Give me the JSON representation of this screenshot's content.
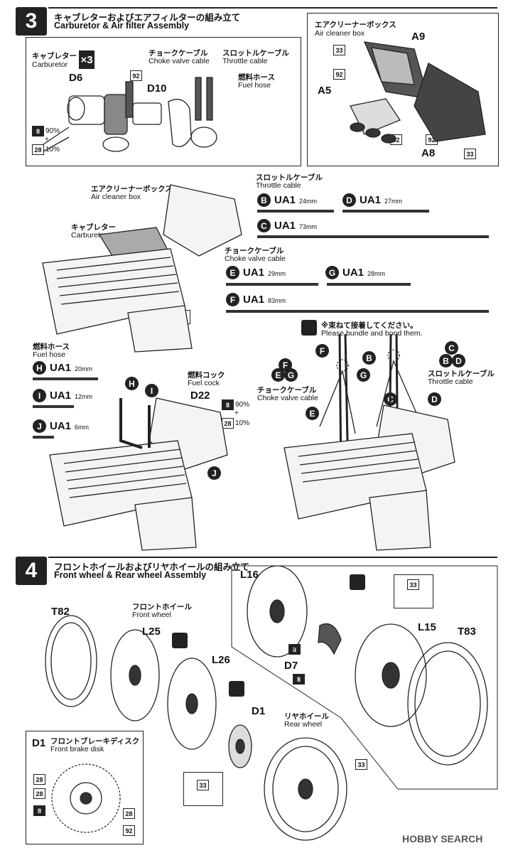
{
  "step3": {
    "number": "3",
    "title_jp": "キャブレターおよびエアフィルターの組み立て",
    "title_en": "Carburetor & Air filter Assembly",
    "carb_box": {
      "label_jp": "キャブレター",
      "label_en": "Carburetor",
      "multiplier": "×3",
      "parts": [
        "D6",
        "D10"
      ],
      "choke_jp": "チョークケーブル",
      "choke_en": "Choke valve cable",
      "throttle_jp": "スロットルケーブル",
      "throttle_en": "Throttle cable",
      "fuel_jp": "燃料ホース",
      "fuel_en": "Fuel hose",
      "paint_code_92": "92",
      "mix_a_code": "8",
      "mix_a_pct": "90%",
      "mix_plus": "+",
      "mix_b_code": "28",
      "mix_b_pct": "10%"
    },
    "air_box": {
      "label_jp": "エアクリーナーボックス",
      "label_en": "Air cleaner box",
      "parts": [
        "A9",
        "A5",
        "A8"
      ],
      "codes": [
        "33",
        "92",
        "92",
        "92",
        "33"
      ]
    },
    "assembly": {
      "air_jp": "エアクリーナーボックス",
      "air_en": "Air cleaner box",
      "carb_jp": "キャブレター",
      "carb_en": "Carburetor",
      "ref_step": "2"
    },
    "throttle_cable": {
      "label_jp": "スロットルケーブル",
      "label_en": "Throttle cable",
      "items": [
        {
          "letter": "B",
          "part": "UA1",
          "length": "24mm"
        },
        {
          "letter": "D",
          "part": "UA1",
          "length": "27mm"
        },
        {
          "letter": "C",
          "part": "UA1",
          "length": "73mm"
        }
      ]
    },
    "choke_cable": {
      "label_jp": "チョークケーブル",
      "label_en": "Choke valve cable",
      "items": [
        {
          "letter": "E",
          "part": "UA1",
          "length": "29mm"
        },
        {
          "letter": "G",
          "part": "UA1",
          "length": "28mm"
        },
        {
          "letter": "F",
          "part": "UA1",
          "length": "83mm"
        }
      ]
    },
    "fuel_hose": {
      "label_jp": "燃料ホース",
      "label_en": "Fuel hose",
      "items": [
        {
          "letter": "H",
          "part": "UA1",
          "length": "20mm"
        },
        {
          "letter": "I",
          "part": "UA1",
          "length": "12mm"
        },
        {
          "letter": "J",
          "part": "UA1",
          "length": "6mm"
        }
      ]
    },
    "fuel_cock": {
      "label_jp": "燃料コック",
      "label_en": "Fuel cock",
      "part": "D22",
      "mix_a_code": "8",
      "mix_a_pct": "90%",
      "mix_plus": "+",
      "mix_b_code": "28",
      "mix_b_pct": "10%"
    },
    "bundle_note": {
      "jp": "※束ねて接着してください。",
      "en": "Please bundle and bond them."
    },
    "right_labels": {
      "throttle_jp": "スロットルケーブル",
      "throttle_en": "Throttle cable",
      "choke_jp": "チョークケーブル",
      "choke_en": "Choke valve cable"
    }
  },
  "step4": {
    "number": "4",
    "title_jp": "フロントホイールおよびリヤホイールの組み立て",
    "title_en": "Front wheel & Rear wheel Assembly",
    "front_jp": "フロントホイール",
    "front_en": "Front wheel",
    "rear_jp": "リヤホイール",
    "rear_en": "Rear wheel",
    "parts": [
      "T82",
      "L25",
      "L26",
      "D1",
      "L16",
      "L15",
      "T83",
      "D7"
    ],
    "codes": [
      "33",
      "33",
      "8",
      "8",
      "33"
    ],
    "disk_box": {
      "part": "D1",
      "label_jp": "フロントブレーキディスク",
      "label_en": "Front brake disk",
      "codes": [
        "28",
        "28",
        "8",
        "28",
        "92"
      ]
    }
  },
  "watermark": "HOBBY SEARCH"
}
